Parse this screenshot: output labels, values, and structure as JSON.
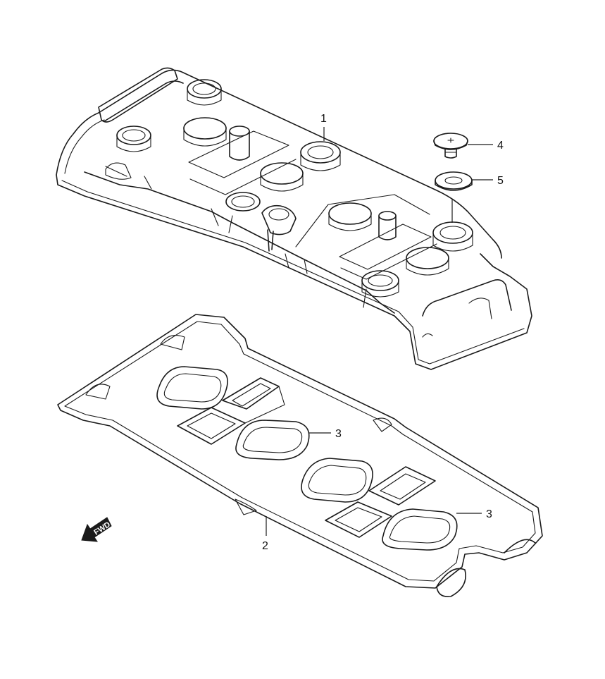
{
  "callouts": [
    {
      "id": "1",
      "label": "1"
    },
    {
      "id": "2",
      "label": "2"
    },
    {
      "id": "3a",
      "label": "3"
    },
    {
      "id": "3b",
      "label": "3"
    },
    {
      "id": "4",
      "label": "4"
    },
    {
      "id": "5",
      "label": "5"
    }
  ],
  "direction_arrow": {
    "label": "FWD"
  },
  "colors": {
    "line": "#1a1a1a",
    "background": "#ffffff"
  }
}
